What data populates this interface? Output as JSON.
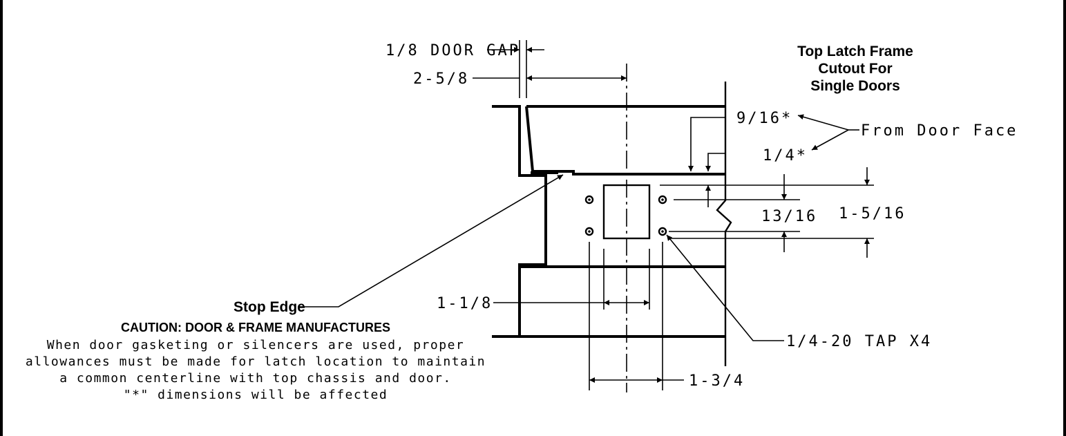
{
  "title": {
    "line1": "Top Latch Frame",
    "line2": "Cutout For",
    "line3": "Single Doors"
  },
  "dimensions": {
    "door_gap": "1/8 DOOR GAP",
    "offset": "2-5/8",
    "d_9_16": "9/16*",
    "d_1_4": "1/4*",
    "from_door_face": "From Door Face",
    "d_13_16": "13/16",
    "d_1_5_16": "1-5/16",
    "d_1_1_8": "1-1/8",
    "tap": "1/4-20 TAP X4",
    "d_1_3_4": "1-3/4"
  },
  "notes": {
    "stop_edge": "Stop Edge",
    "caution_title": "CAUTION: DOOR & FRAME MANUFACTURES",
    "caution_line1": "When door gasketing or silencers are used, proper",
    "caution_line2": "allowances must be made for latch location to maintain",
    "caution_line3": "a common centerline with top chassis and door.",
    "caution_line4": "\"*\" dimensions will be affected"
  }
}
